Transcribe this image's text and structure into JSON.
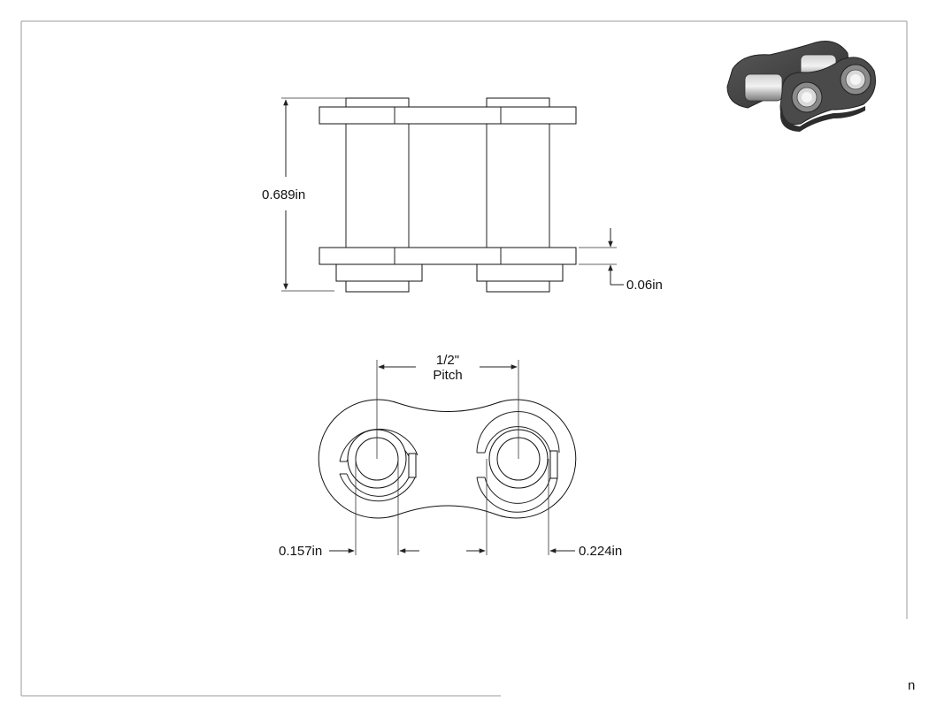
{
  "drawing": {
    "dimensions": {
      "height": "0.689in",
      "plate_thickness": "0.06in",
      "pitch_value": "1/2\"",
      "pitch_label": "Pitch",
      "pin_diameter": "0.157in",
      "bushing_diameter": "0.224in"
    },
    "corner_fragment": "n"
  },
  "colors": {
    "line": "#222222",
    "paper": "#ffffff",
    "border": "#9a9a9a",
    "render_dark": "#3a3a3a",
    "render_mid": "#6e6e6e",
    "render_light": "#b5b5b5"
  }
}
